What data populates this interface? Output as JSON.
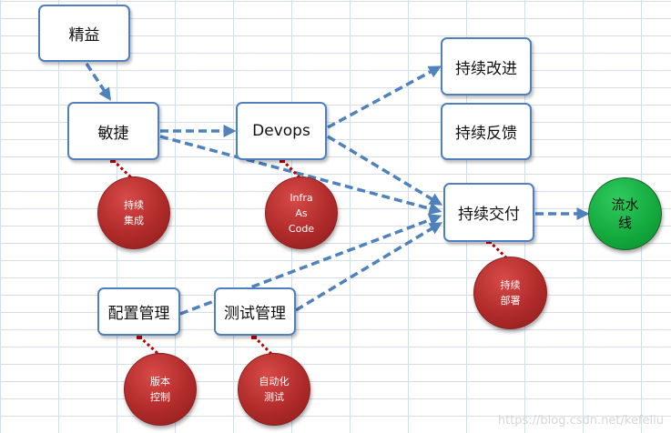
{
  "nodes": {
    "lean": "精益",
    "agile": "敏捷",
    "devops": "Devops",
    "continuous_improvement": "持续改进",
    "continuous_feedback": "持续反馈",
    "continuous_delivery": "持续交付",
    "config_management": "配置管理",
    "test_management": "测试管理"
  },
  "circles": {
    "continuous_integration": "持续\n集成",
    "infra_as_code": "Infra\nAs\nCode",
    "continuous_deployment": "持续\n部署",
    "version_control": "版本\n控制",
    "automated_testing": "自动化\n测试",
    "pipeline": "流水\n线"
  },
  "watermark": "https://blog.csdn.net/kefeliu",
  "colors": {
    "arrow": "#4f81bd",
    "connector": "#c00000",
    "box_border": "#4f7fbf",
    "circle_red": "#b02b2a",
    "circle_green": "#12a83c"
  }
}
